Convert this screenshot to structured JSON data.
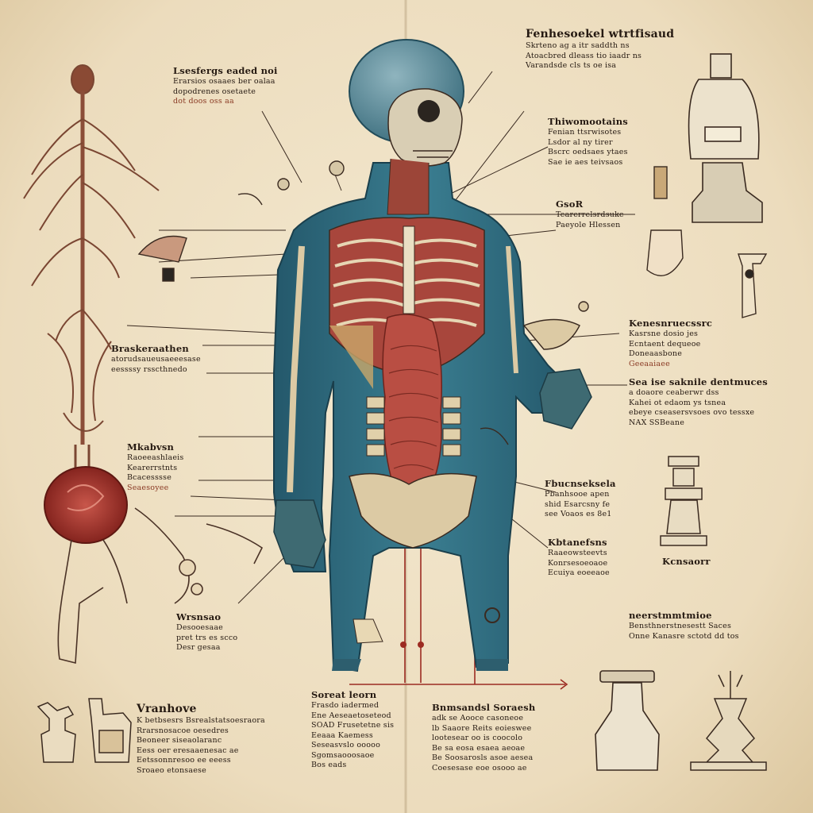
{
  "labels": {
    "top_right": {
      "title": "Fenhesoekel wtrtfisaud",
      "lines": [
        "Skrteno ag a itr saddth ns",
        "Atoacbred dleass tio iaadr ns",
        "Varandsde cls ts oe isa"
      ]
    },
    "top_left": {
      "title": "Lsesfergs eaded noi",
      "lines": [
        "Erarsios osaaes ber oalaa",
        "dopodrenes osetaete",
        "dot doos oss aa"
      ]
    },
    "upper_right": {
      "title": "Thiwomootains",
      "lines": [
        "Fenian ttsrwisotes",
        "Lsdor al ny tirer",
        "Bscrc oedsaes ytaes",
        "Sae ie aes teivsaos"
      ]
    },
    "mid_right_small": {
      "title": "GsoR",
      "lines": [
        "Tearerrelsrdsuke",
        "Paeyole Hlessen"
      ]
    },
    "right_1": {
      "title": "Kenesnruecssrc",
      "lines": [
        "Kasrsne dosio jes",
        "Ecntaent dequeoe",
        "Doneaasbone",
        "Geeaaiaee"
      ]
    },
    "right_2": {
      "title": "Sea ise saknile dentmuces",
      "lines": [
        "a doaore ceaberwr dss",
        "Kahei ot edaom ys tsnea",
        "ebeye cseasersvsoes ovo tessxe",
        "NAX SSBeane"
      ]
    },
    "left_mid": {
      "title": "Braskeraathen",
      "lines": [
        "atorudsaueusaeeesase",
        "eessssy rsscthnedo"
      ]
    },
    "left_lower": {
      "title": "Mkabvsn",
      "lines": [
        "Raoeeashlaeis",
        "Kearerrstnts",
        "Bcacesssse",
        "Seaesoyee"
      ]
    },
    "right_3": {
      "title": "Fbucnseksela",
      "lines": [
        "Pbanhsooe apen",
        "shid Esarcsny fe",
        "see Voaos es 8e1"
      ]
    },
    "right_4": {
      "title": "Kbtanefsns",
      "lines": [
        "Raaeowsteevts",
        "Konrsesoeoaoe",
        "Ecuiya eoeeaoe"
      ]
    },
    "right_5": {
      "title": "Kcnsaorr",
      "lines": []
    },
    "far_right_lower": {
      "title": "neerstmmtmioe",
      "lines": [
        "Bensthnerstnesestt Saces",
        "Onne Kanasre sctotd dd tos"
      ]
    },
    "left_bottom": {
      "title": "Wrsnsao",
      "lines": [
        "Desooesaae",
        "pret trs es scco",
        "Desr gesaa"
      ]
    },
    "bottom_left": {
      "title": "Vranhove",
      "lines": [
        "K betbsesrs Bsrealstatsoesraora",
        "Rrarsnosacoe oesedres",
        "Beoneer siseaolaranc",
        "Eess oer eresaaenesac ae",
        "Eetssonnresoo ee eeess",
        "Sroaeo etonsaese"
      ]
    },
    "bottom_center_left": {
      "title": "Soreat leorn",
      "lines": [
        "Frasdo iadermed",
        "Ene Aeseaetoseteod",
        "SOAD Frusetetne sis",
        "Eeaaa Kaemess",
        "Seseasvslo ooooo",
        "Sgomsaooosaoe",
        "Bos eads"
      ]
    },
    "bottom_center_right": {
      "title": "Bnmsandsl Soraesh",
      "lines": [
        "adk se Aooce casoneoe",
        "lb Saaore Reits eoieswee",
        "lootesear oo is coocolo",
        "Be sa eosa esaea aeoae",
        "Be Soosarosls asoe aesea",
        "Coesesase eoe osooo ae"
      ]
    }
  },
  "palette": {
    "paper": "#efe2c6",
    "ink": "#2a1c14",
    "body_blue": "#2f6d80",
    "organ_red": "#b2453c",
    "bone": "#e2d3b0",
    "rust": "#8a3a24"
  },
  "icons": [
    "skeleton-figure",
    "glass-jar",
    "lab-bottle",
    "flask",
    "statue",
    "lamp",
    "spine-nerve-tree",
    "heart-organ"
  ]
}
